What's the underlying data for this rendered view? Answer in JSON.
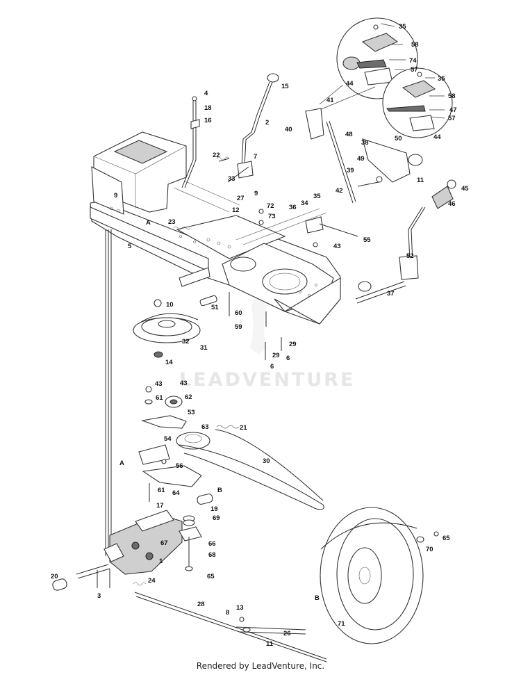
{
  "watermark": "LEADVENTURE",
  "footer": "Rendered by LeadVenture, Inc.",
  "callouts": [
    "35",
    "58",
    "74",
    "57",
    "35",
    "58",
    "47",
    "57",
    "44",
    "44",
    "41",
    "40",
    "48",
    "38",
    "50",
    "49",
    "39",
    "11",
    "42",
    "45",
    "46",
    "4",
    "18",
    "16",
    "15",
    "2",
    "22",
    "7",
    "33",
    "9",
    "27",
    "12",
    "35",
    "34",
    "36",
    "72",
    "73",
    "55",
    "43",
    "A",
    "9",
    "23",
    "5",
    "52",
    "37",
    "10",
    "51",
    "60",
    "59",
    "29",
    "6",
    "29",
    "6",
    "32",
    "31",
    "14",
    "43",
    "43",
    "61",
    "62",
    "53",
    "21",
    "63",
    "54",
    "A",
    "56",
    "30",
    "B",
    "61",
    "64",
    "17",
    "19",
    "69",
    "67",
    "66",
    "68",
    "65",
    "65",
    "70",
    "B",
    "71",
    "20",
    "3",
    "1",
    "24",
    "28",
    "13",
    "8",
    "26",
    "11"
  ]
}
